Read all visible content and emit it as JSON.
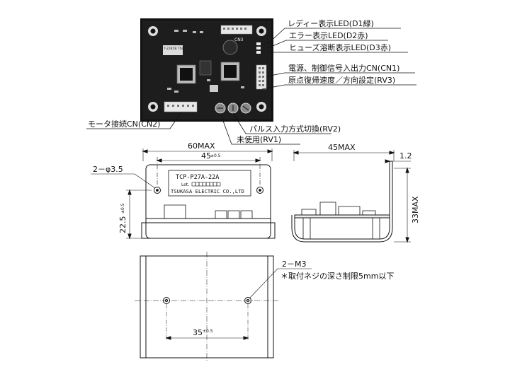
{
  "callouts": {
    "ready_led": "レディー表示LED(D1緑)",
    "error_led": "エラー表示LED(D2赤)",
    "fuse_led": "ヒューズ溶断表示LED(D3赤)",
    "power_cn": "電源、制御信号入出力CN(CN1)",
    "origin_rv": "原点復帰速度／方向設定(RV3)",
    "motor_cn": "モータ接続CN(CN2)",
    "pulse_rv": "パルス入力方式切換(RV2)",
    "unused_rv": "未使用(RV1)"
  },
  "dimensions": {
    "width_max": "60MAX",
    "hole_pitch_top": "45",
    "hole_pitch_top_tol": "±0.5",
    "hole_dia": "2－φ3.5",
    "hole_height": "22.5",
    "hole_height_tol": "±0.5",
    "depth_max": "45MAX",
    "plate_thickness": "1.2",
    "height_max": "33MAX",
    "tap_label": "2－M3",
    "tap_note": "＊取付ネジの深さ制限5mm以下",
    "hole_pitch_bottom": "35",
    "hole_pitch_bottom_tol": "±0.5"
  },
  "nameplate": {
    "model": "TCP-P27A-22A",
    "lot": "Lot.",
    "maker": "TSUKASA ELECTRIC CO.,LTD"
  },
  "pcb": {
    "ic_label": "T-2285B TSUKASA",
    "connector_top": "CN3",
    "connector_side": "CN1",
    "connector_bottom": "CN2"
  }
}
